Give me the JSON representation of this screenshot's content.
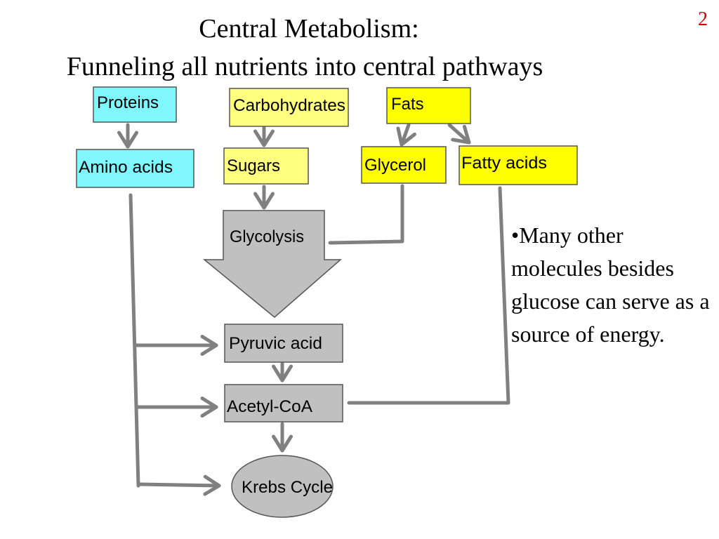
{
  "title": {
    "line1": "Central Metabolism:",
    "line2": "Funneling all nutrients into central pathways"
  },
  "page_number": "2",
  "colors": {
    "protein_fill": "#7ff7fd",
    "sugar_fat_fill": "#ffff00",
    "carbohydrate_fill": "#ffff80",
    "pathway_fill": "#c0c0c0",
    "connector": "#808080",
    "page_number": "#cc0000"
  },
  "nodes": {
    "proteins": "Proteins",
    "carbohydrates": "Carbohydrates",
    "fats": "Fats",
    "amino_acids": "Amino acids",
    "sugars": "Sugars",
    "glycerol": "Glycerol",
    "fatty_acids": "Fatty acids",
    "glycolysis": "Glycolysis",
    "pyruvic_acid": "Pyruvic acid",
    "acetyl_coa": "Acetyl-CoA",
    "krebs_cycle": "Krebs Cycle"
  },
  "side_note": {
    "text": "•Many other molecules besides glucose can serve as a source of energy."
  }
}
